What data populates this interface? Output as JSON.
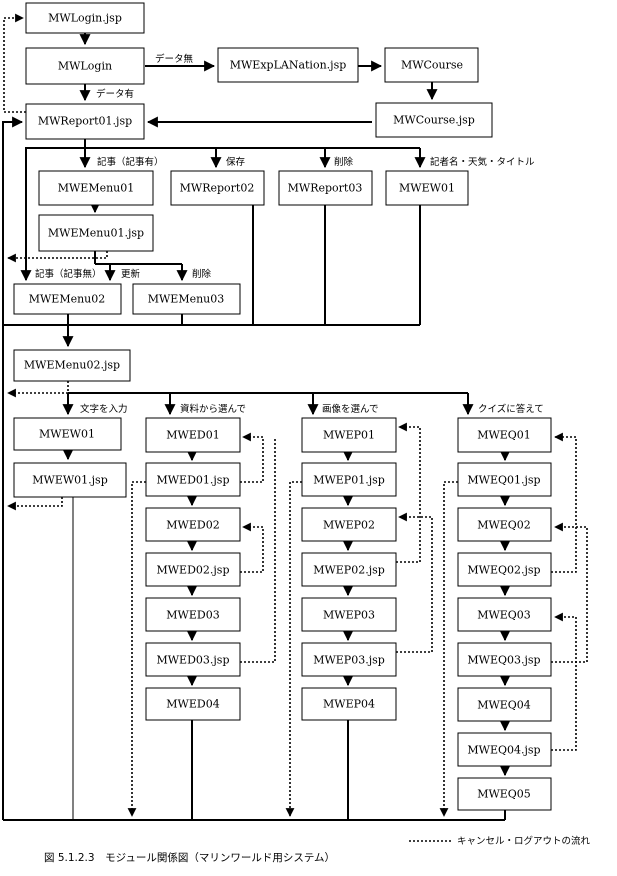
{
  "nodes": {
    "mwlogin_jsp": "MWLogin.jsp",
    "mwlogin": "MWLogin",
    "mwexplanation_jsp": "MWExpLANation.jsp",
    "mwcourse": "MWCourse",
    "mwreport01_jsp": "MWReport01.jsp",
    "mwcourse_jsp": "MWCourse.jsp",
    "mwemenu01": "MWEMenu01",
    "mwreport02": "MWReport02",
    "mwreport03": "MWReport03",
    "mwew01_top": "MWEW01",
    "mwemenu01_jsp": "MWEMenu01.jsp",
    "mwemenu02": "MWEMenu02",
    "mwemenu03": "MWEMenu03",
    "mwemenu02_jsp": "MWEMenu02.jsp",
    "mwew01": "MWEW01",
    "mwew01_jsp": "MWEW01.jsp",
    "mwed01": "MWED01",
    "mwed01_jsp": "MWED01.jsp",
    "mwed02": "MWED02",
    "mwed02_jsp": "MWED02.jsp",
    "mwed03": "MWED03",
    "mwed03_jsp": "MWED03.jsp",
    "mwed04": "MWED04",
    "mwep01": "MWEP01",
    "mwep01_jsp": "MWEP01.jsp",
    "mwep02": "MWEP02",
    "mwep02_jsp": "MWEP02.jsp",
    "mwep03": "MWEP03",
    "mwep03_jsp": "MWEP03.jsp",
    "mwep04": "MWEP04",
    "mweq01": "MWEQ01",
    "mweq01_jsp": "MWEQ01.jsp",
    "mweq02": "MWEQ02",
    "mweq02_jsp": "MWEQ02.jsp",
    "mweq03": "MWEQ03",
    "mweq03_jsp": "MWEQ03.jsp",
    "mweq04": "MWEQ04",
    "mweq04_jsp": "MWEQ04.jsp",
    "mweq05": "MWEQ05"
  },
  "labels": {
    "data_none": "データ無",
    "data_exists": "データ有",
    "article_exists": "記事（記事有）",
    "save": "保存",
    "delete_top": "削除",
    "author_weather_title": "記者名・天気・タイトル",
    "article_none": "記事（記事無）",
    "update": "更新",
    "delete_menu": "削除",
    "text_input": "文字を入力",
    "choose_material": "資料から選んで",
    "choose_image": "画像を選んで",
    "answer_quiz": "クイズに答えて"
  },
  "legend": {
    "cancel_logout": "キャンセル・ログアウトの流れ"
  },
  "caption": "図 5.1.2.3　モジュール関係図（マリンワールド用システム）"
}
